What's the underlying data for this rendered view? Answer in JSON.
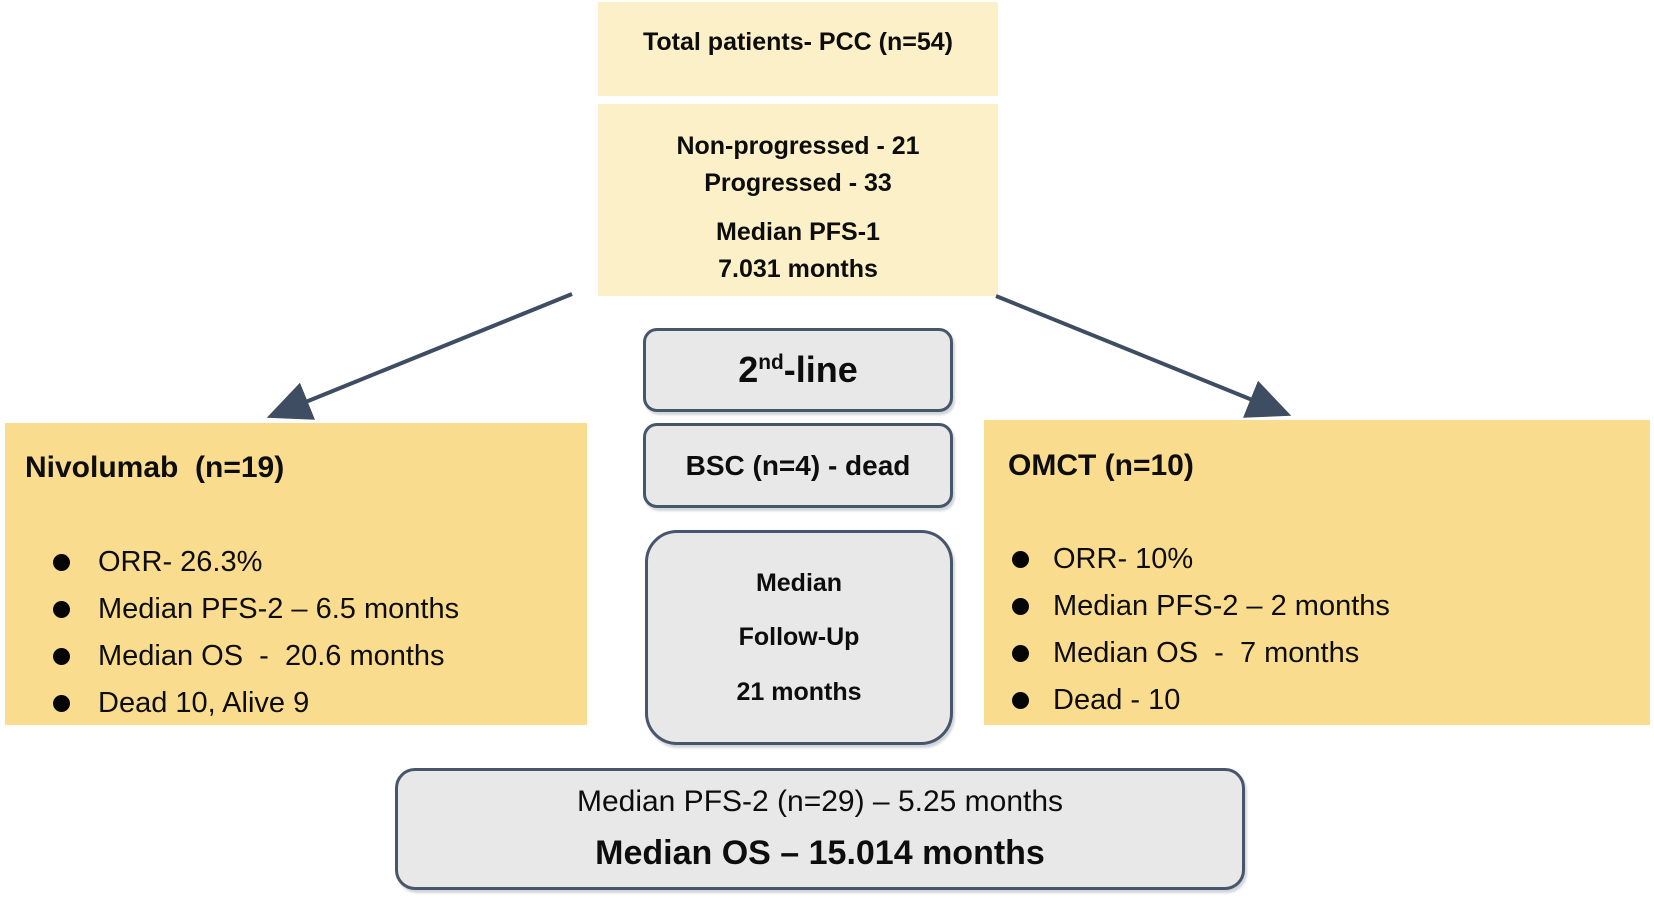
{
  "colors": {
    "cream": "#FBF0C8",
    "gold": "#F9DC8D",
    "grayfill": "#E8E8E8",
    "border": "#47566B",
    "arrow": "#3E4D61",
    "text": "#0D0D0D"
  },
  "total_box": {
    "label": "Total patients- PCC (n=54)"
  },
  "progression_box": {
    "non_progressed": "Non-progressed - 21",
    "progressed": "Progressed - 33",
    "median_pfs1_label": "Median PFS-1",
    "median_pfs1_value": "7.031 months"
  },
  "second_line_box": {
    "prefix": "2",
    "superscript": "nd",
    "suffix": "-line"
  },
  "bsc_box": {
    "label": "BSC (n=4) - dead"
  },
  "followup_box": {
    "line1": "Median",
    "line2": "Follow-Up",
    "line3": "21 months"
  },
  "nivolumab_box": {
    "title": "Nivolumab  (n=19)",
    "bullets": [
      "ORR- 26.3%",
      "Median PFS-2 – 6.5 months",
      "Median OS  -  20.6 months",
      "Dead 10, Alive 9"
    ]
  },
  "omct_box": {
    "title": "OMCT (n=10)",
    "bullets": [
      "ORR- 10%",
      "Median PFS-2 – 2 months",
      "Median OS  -  7 months",
      "Dead - 10"
    ]
  },
  "summary_box": {
    "pfs2": "Median PFS-2 (n=29) – 5.25 months",
    "os": "Median OS – 15.014 months"
  }
}
